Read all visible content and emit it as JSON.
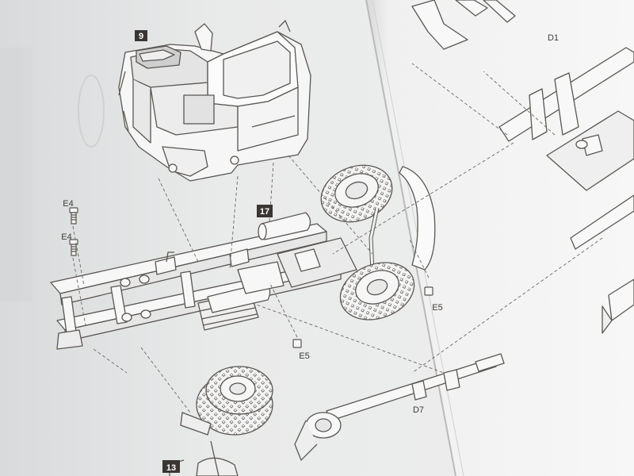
{
  "labels": {
    "step_9": "9",
    "step_17": "17",
    "step_13": "13",
    "part_d1": "D1",
    "part_d7": "D7",
    "part_e4_top": "E4",
    "part_e4_bottom": "E4",
    "part_e5_right": "E5",
    "part_e5_bottom": "E5"
  },
  "colors": {
    "paper_left": "#eceded",
    "paper_right": "#f4f4f4",
    "ink": "#5a5652",
    "badge": "#3a3634",
    "badge_text": "#ffffff"
  }
}
